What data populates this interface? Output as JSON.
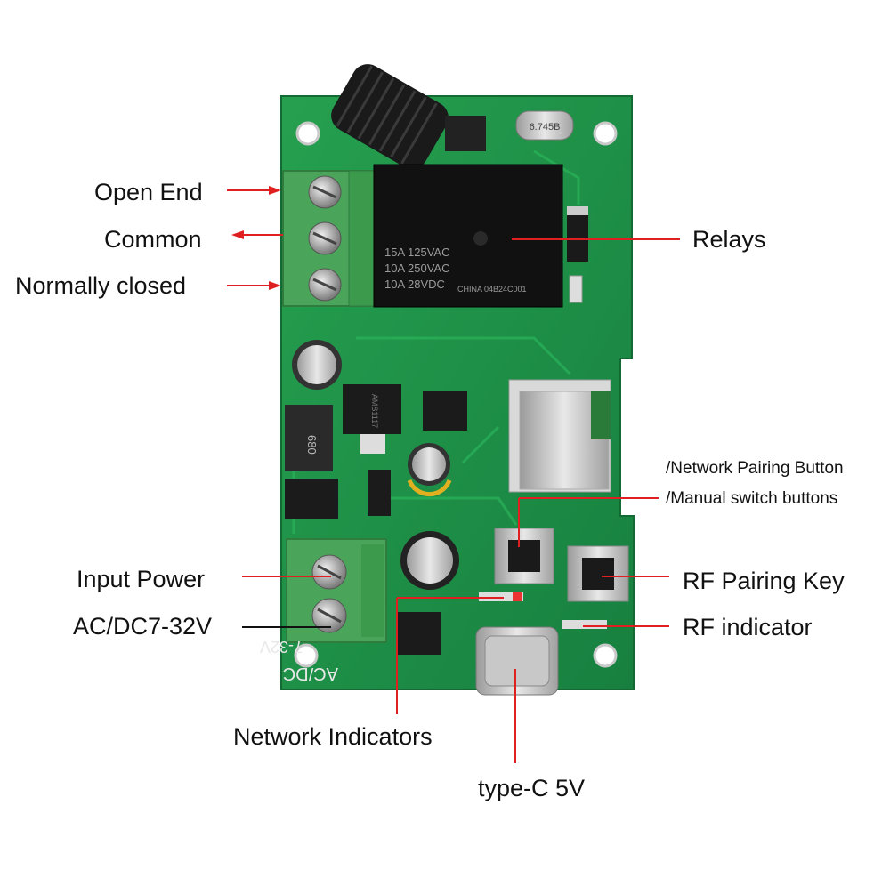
{
  "labels": {
    "open_end": "Open End",
    "common": "Common",
    "normally_closed": "Normally closed",
    "relays": "Relays",
    "network_pairing_button": "/Network Pairing Button",
    "manual_switch_buttons": "/Manual switch buttons",
    "input_power": "Input Power",
    "voltage_range": "AC/DC7-32V",
    "rf_pairing_key": "RF Pairing Key",
    "rf_indicator": "RF indicator",
    "network_indicators": "Network Indicators",
    "type_c": "type-C 5V"
  },
  "board_markings": {
    "relay_line_1": "15A 125VAC",
    "relay_line_2": "10A 250VAC",
    "relay_line_3": "10A 28VDC",
    "relay_code": "CHINA 04B24C001",
    "crystal": "6.745B",
    "inductor": "680",
    "regulator": "AMS1117",
    "silk_acdc": "AC/DC",
    "silk_range": "7-32V"
  },
  "colors": {
    "pcb": "#1f8f45",
    "pcb_dark": "#157035",
    "terminal": "#4aa55a",
    "pointer": "#e02020",
    "black_pointer": "#111111"
  }
}
